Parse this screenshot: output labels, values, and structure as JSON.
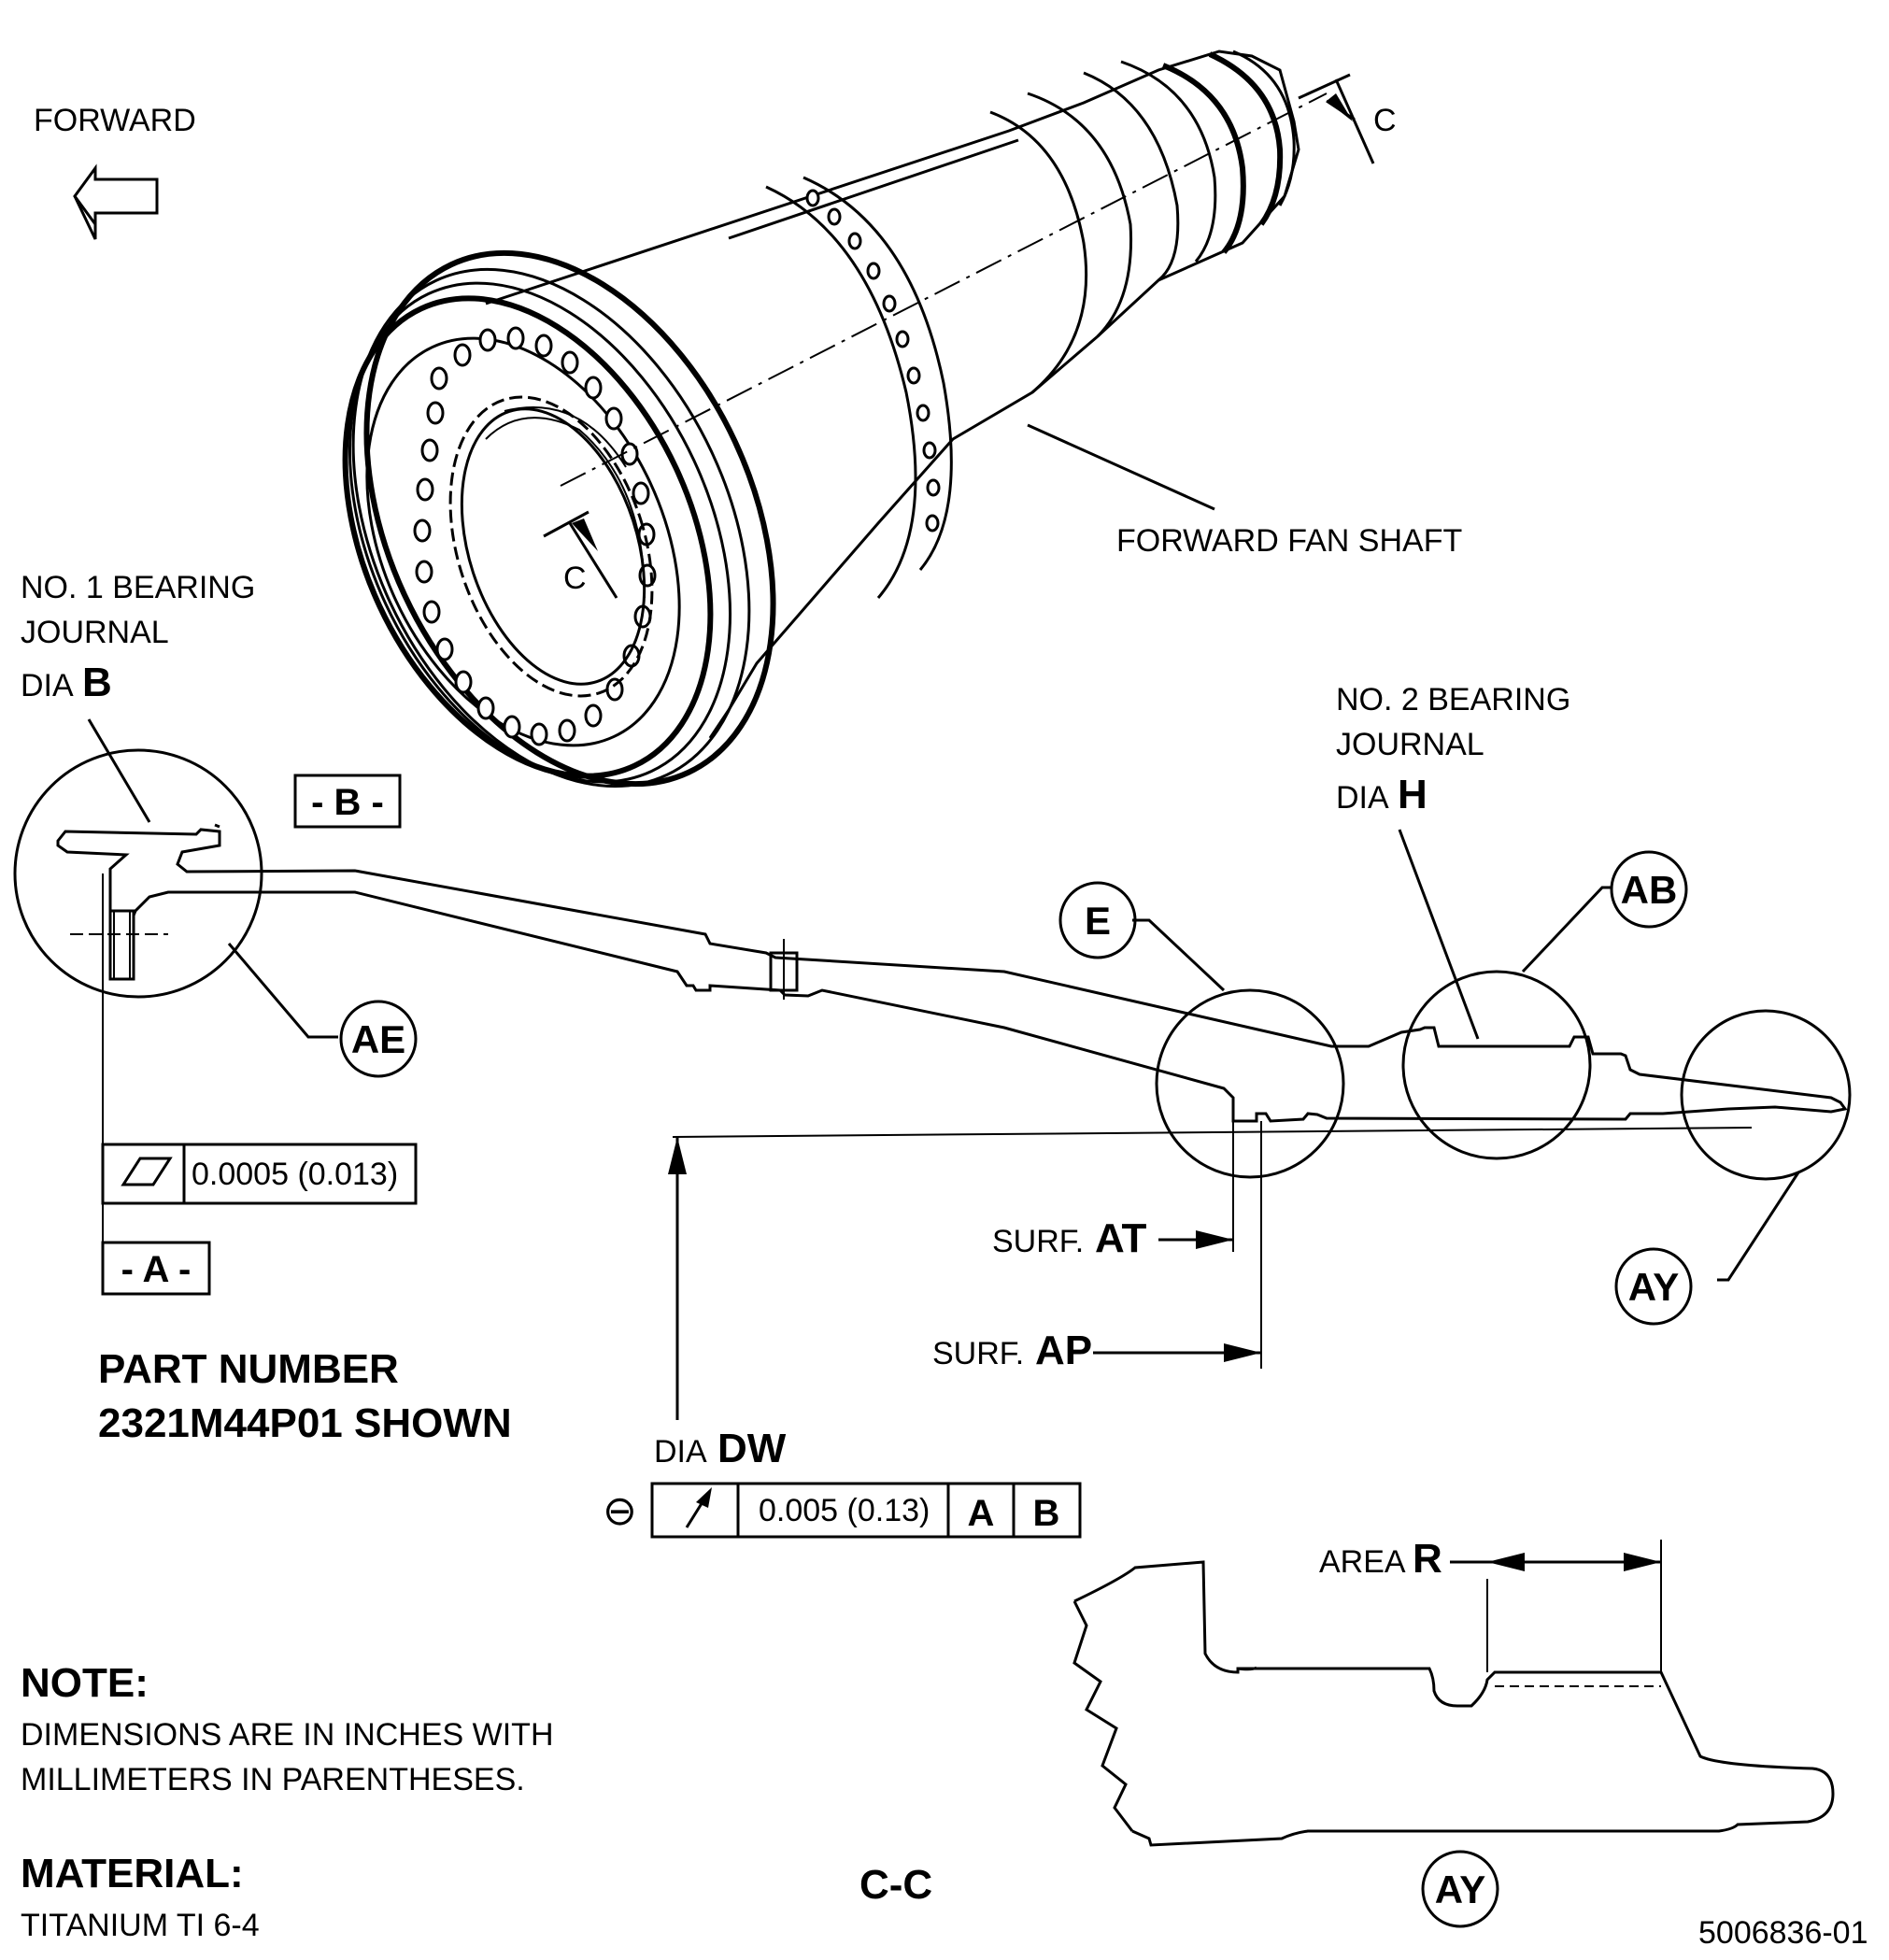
{
  "direction": {
    "label": "FORWARD"
  },
  "section_cut": {
    "top_letter": "C",
    "bottom_letter": "C",
    "view_title": "C-C"
  },
  "part_callout": "FORWARD FAN SHAFT",
  "bearing1": {
    "line1": "NO. 1 BEARING",
    "line2": "JOURNAL",
    "dia_prefix": "DIA",
    "dia_letter": "B"
  },
  "bearing2": {
    "line1": "NO. 2 BEARING",
    "line2": "JOURNAL",
    "dia_prefix": "DIA",
    "dia_letter": "H"
  },
  "datums": {
    "b": "- B -",
    "a": "- A -"
  },
  "bubbles": {
    "ae": "AE",
    "e": "E",
    "ab": "AB",
    "ay": "AY",
    "ay_section": "AY"
  },
  "flatness": {
    "symbol": "flatness-parallelogram-icon",
    "tolerance": "0.0005 (0.013)"
  },
  "surfaces": {
    "at": {
      "prefix": "SURF.",
      "letter": "AT"
    },
    "ap": {
      "prefix": "SURF.",
      "letter": "AP"
    }
  },
  "dia_dw": {
    "prefix": "DIA",
    "letter": "DW"
  },
  "runout": {
    "diameter_symbol": "⊖",
    "symbol": "runout-arrow-icon",
    "tolerance": "0.005 (0.13)",
    "datum1": "A",
    "datum2": "B"
  },
  "part_number": {
    "line1": "PART NUMBER",
    "line2": "2321M44P01 SHOWN"
  },
  "area": {
    "prefix": "AREA",
    "letter": "R"
  },
  "note": {
    "heading": "NOTE:",
    "line1": "DIMENSIONS ARE IN INCHES WITH",
    "line2": "MILLIMETERS IN PARENTHESES."
  },
  "material": {
    "heading": "MATERIAL:",
    "value": "TITANIUM TI 6-4"
  },
  "figure_id": "5006836-01"
}
